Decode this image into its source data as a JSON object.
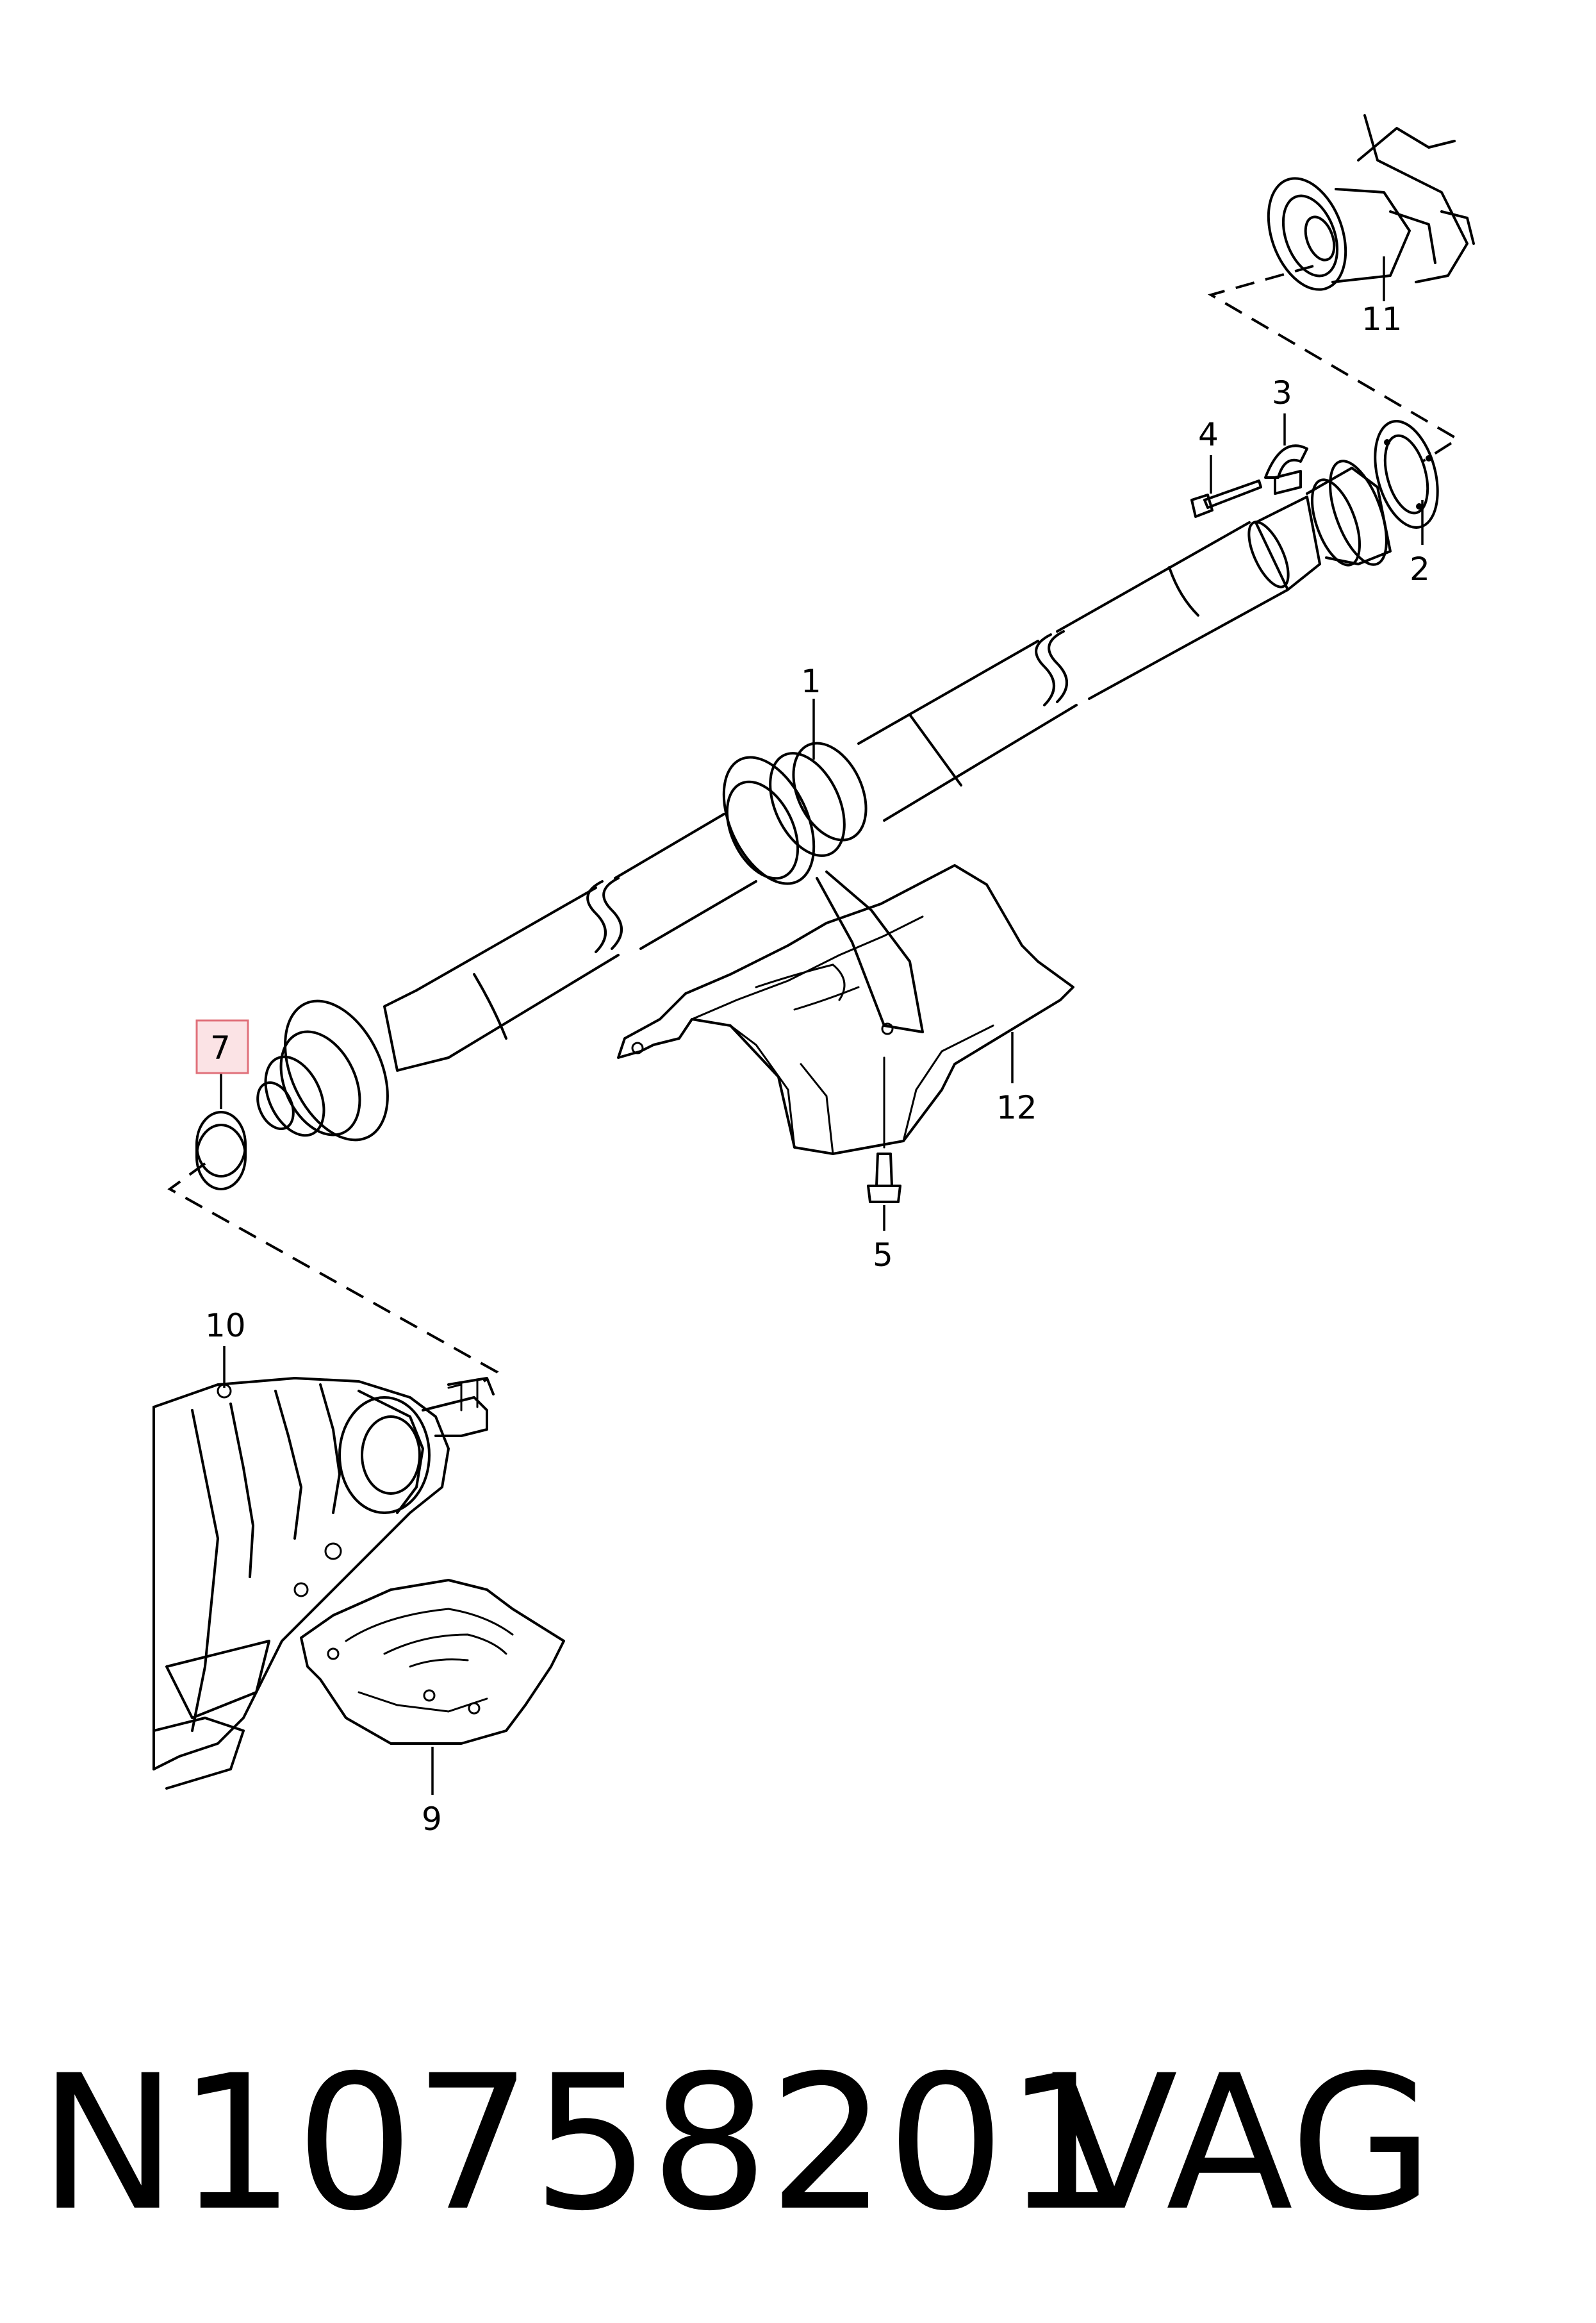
{
  "diagram": {
    "callouts": [
      {
        "id": "1",
        "label": "1"
      },
      {
        "id": "2",
        "label": "2"
      },
      {
        "id": "3",
        "label": "3"
      },
      {
        "id": "4",
        "label": "4"
      },
      {
        "id": "5",
        "label": "5"
      },
      {
        "id": "7",
        "label": "7",
        "highlighted": true
      },
      {
        "id": "9",
        "label": "9"
      },
      {
        "id": "10",
        "label": "10"
      },
      {
        "id": "11",
        "label": "11"
      },
      {
        "id": "12",
        "label": "12"
      }
    ],
    "highlight_color": "#e0707a",
    "highlight_fill": "#fbe3e5"
  },
  "footer": {
    "part_number": "N10758201",
    "brand": "VAG"
  }
}
